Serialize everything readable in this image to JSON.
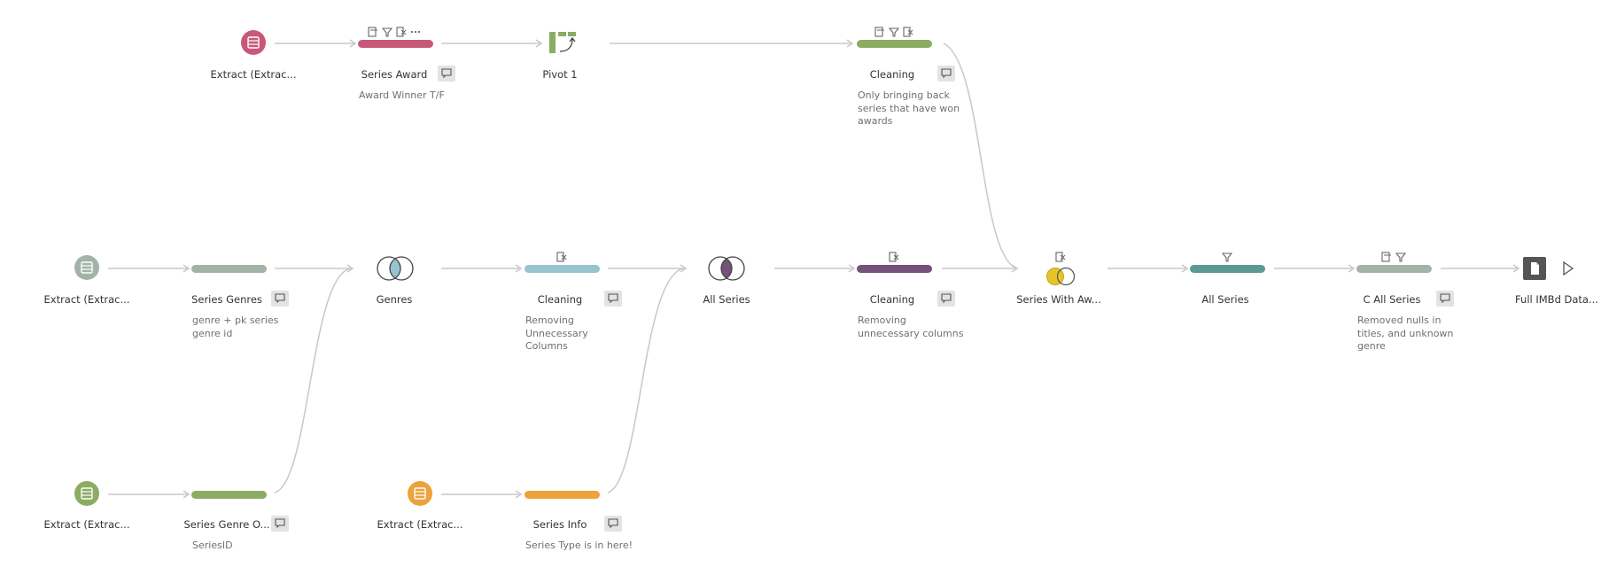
{
  "flow": {
    "colors": {
      "red": "#c8587a",
      "green": "#8bac62",
      "gray_green": "#a2b4a8",
      "teal_light": "#97c4ce",
      "orange": "#eda23a",
      "purple": "#74527a",
      "teal_dark": "#5b9a92",
      "yellow": "#e5c32a",
      "connector": "#c8c8c8"
    },
    "nodes": {
      "extract_top": {
        "label": "Extract (Extrac..."
      },
      "series_award": {
        "label": "Series Award",
        "desc": "Award Winner T/F"
      },
      "pivot_1": {
        "label": "Pivot 1"
      },
      "cleaning_top": {
        "label": "Cleaning",
        "desc": [
          "Only bringing back",
          "series that have won",
          "awards"
        ]
      },
      "extract_mid": {
        "label": "Extract (Extrac..."
      },
      "series_genres": {
        "label": "Series Genres",
        "desc": [
          "genre + pk series",
          "genre id"
        ]
      },
      "genres": {
        "label": "Genres"
      },
      "cleaning_mid": {
        "label": "Cleaning",
        "desc": [
          "Removing",
          "Unnecessary",
          "Columns"
        ]
      },
      "all_series_join": {
        "label": "All Series"
      },
      "cleaning_mid2": {
        "label": "Cleaning",
        "desc": [
          "Removing",
          "unnecessary columns"
        ]
      },
      "series_with_awards": {
        "label": "Series With Aw..."
      },
      "all_series_filter": {
        "label": "All Series"
      },
      "c_all_series": {
        "label": "C All Series",
        "desc": [
          "Removed nulls in",
          "titles, and unknown",
          "genre"
        ]
      },
      "output": {
        "label": "Full IMBd Data..."
      },
      "extract_bottom": {
        "label": "Extract (Extrac..."
      },
      "series_genre_o": {
        "label": "Series Genre O...",
        "desc": "SeriesID"
      },
      "extract_orange": {
        "label": "Extract (Extrac..."
      },
      "series_info": {
        "label": "Series Info",
        "desc": "Series Type is in here!"
      }
    }
  }
}
